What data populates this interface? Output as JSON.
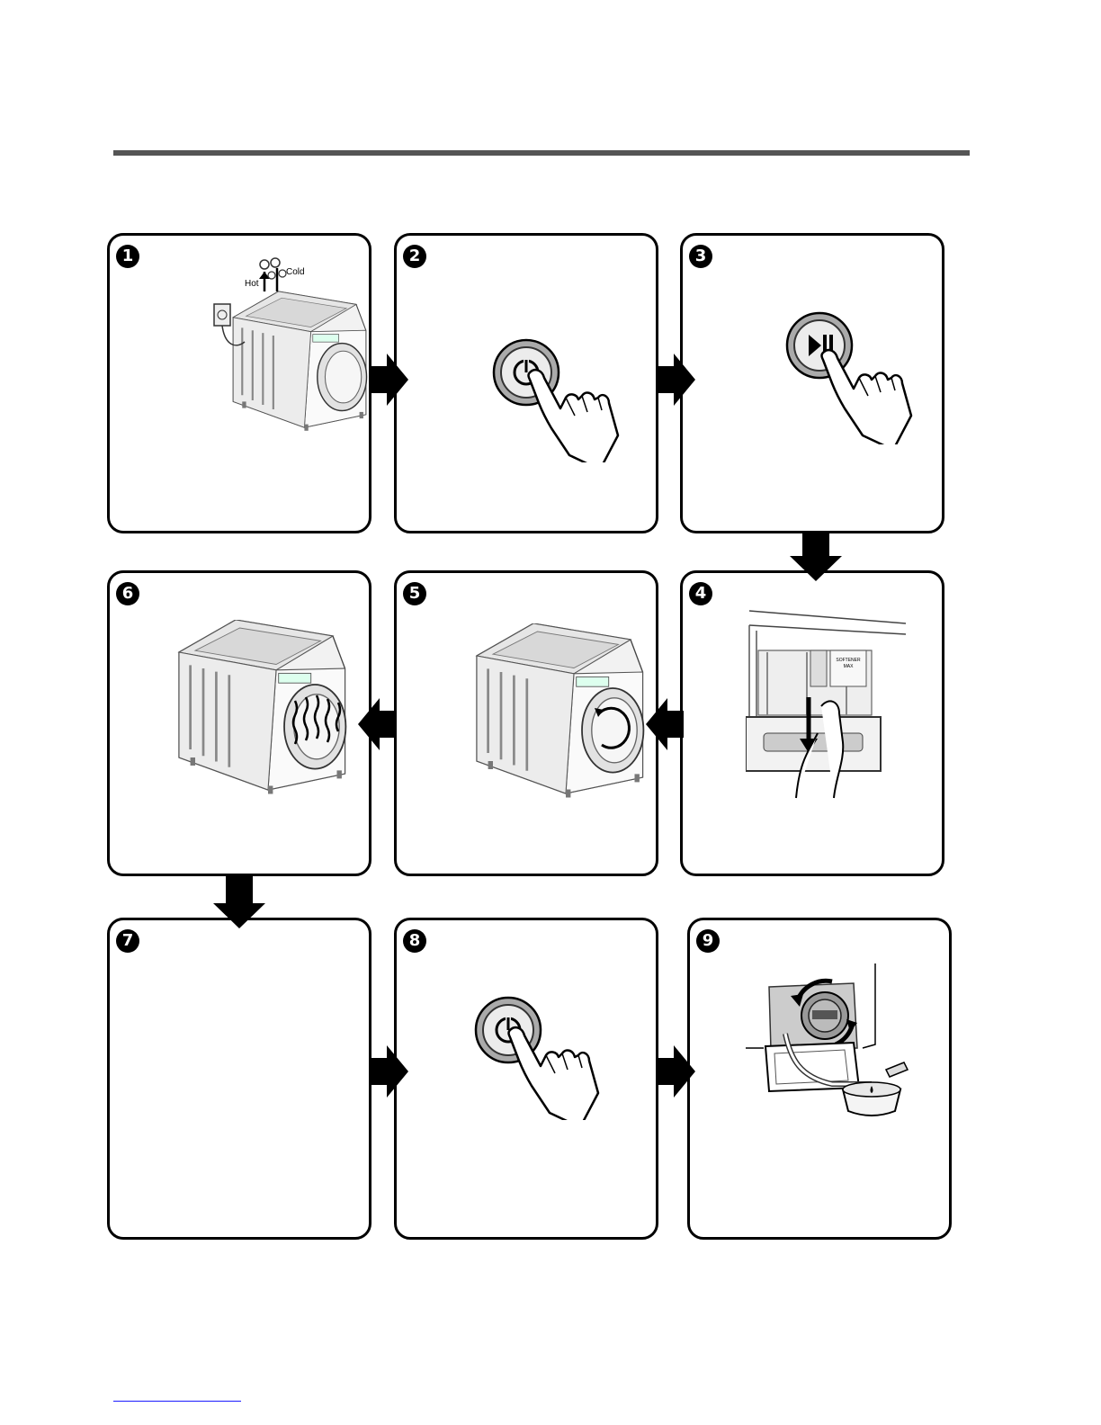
{
  "panels": [
    {
      "number": "1",
      "label_hot": "Hot",
      "label_cold": "Cold",
      "icon": "washer-connection-icon"
    },
    {
      "number": "2",
      "icon": "power-button-press-icon"
    },
    {
      "number": "3",
      "icon": "start-pause-button-press-icon"
    },
    {
      "number": "4",
      "icon": "detergent-drawer-icon",
      "drawer_text_top": "SOFTENER",
      "drawer_text_bottom": "MAX"
    },
    {
      "number": "5",
      "icon": "washer-spin-icon"
    },
    {
      "number": "6",
      "icon": "washer-dry-icon"
    },
    {
      "number": "7",
      "icon": ""
    },
    {
      "number": "8",
      "icon": "power-button-press-icon"
    },
    {
      "number": "9",
      "icon": "drain-filter-icon"
    }
  ]
}
